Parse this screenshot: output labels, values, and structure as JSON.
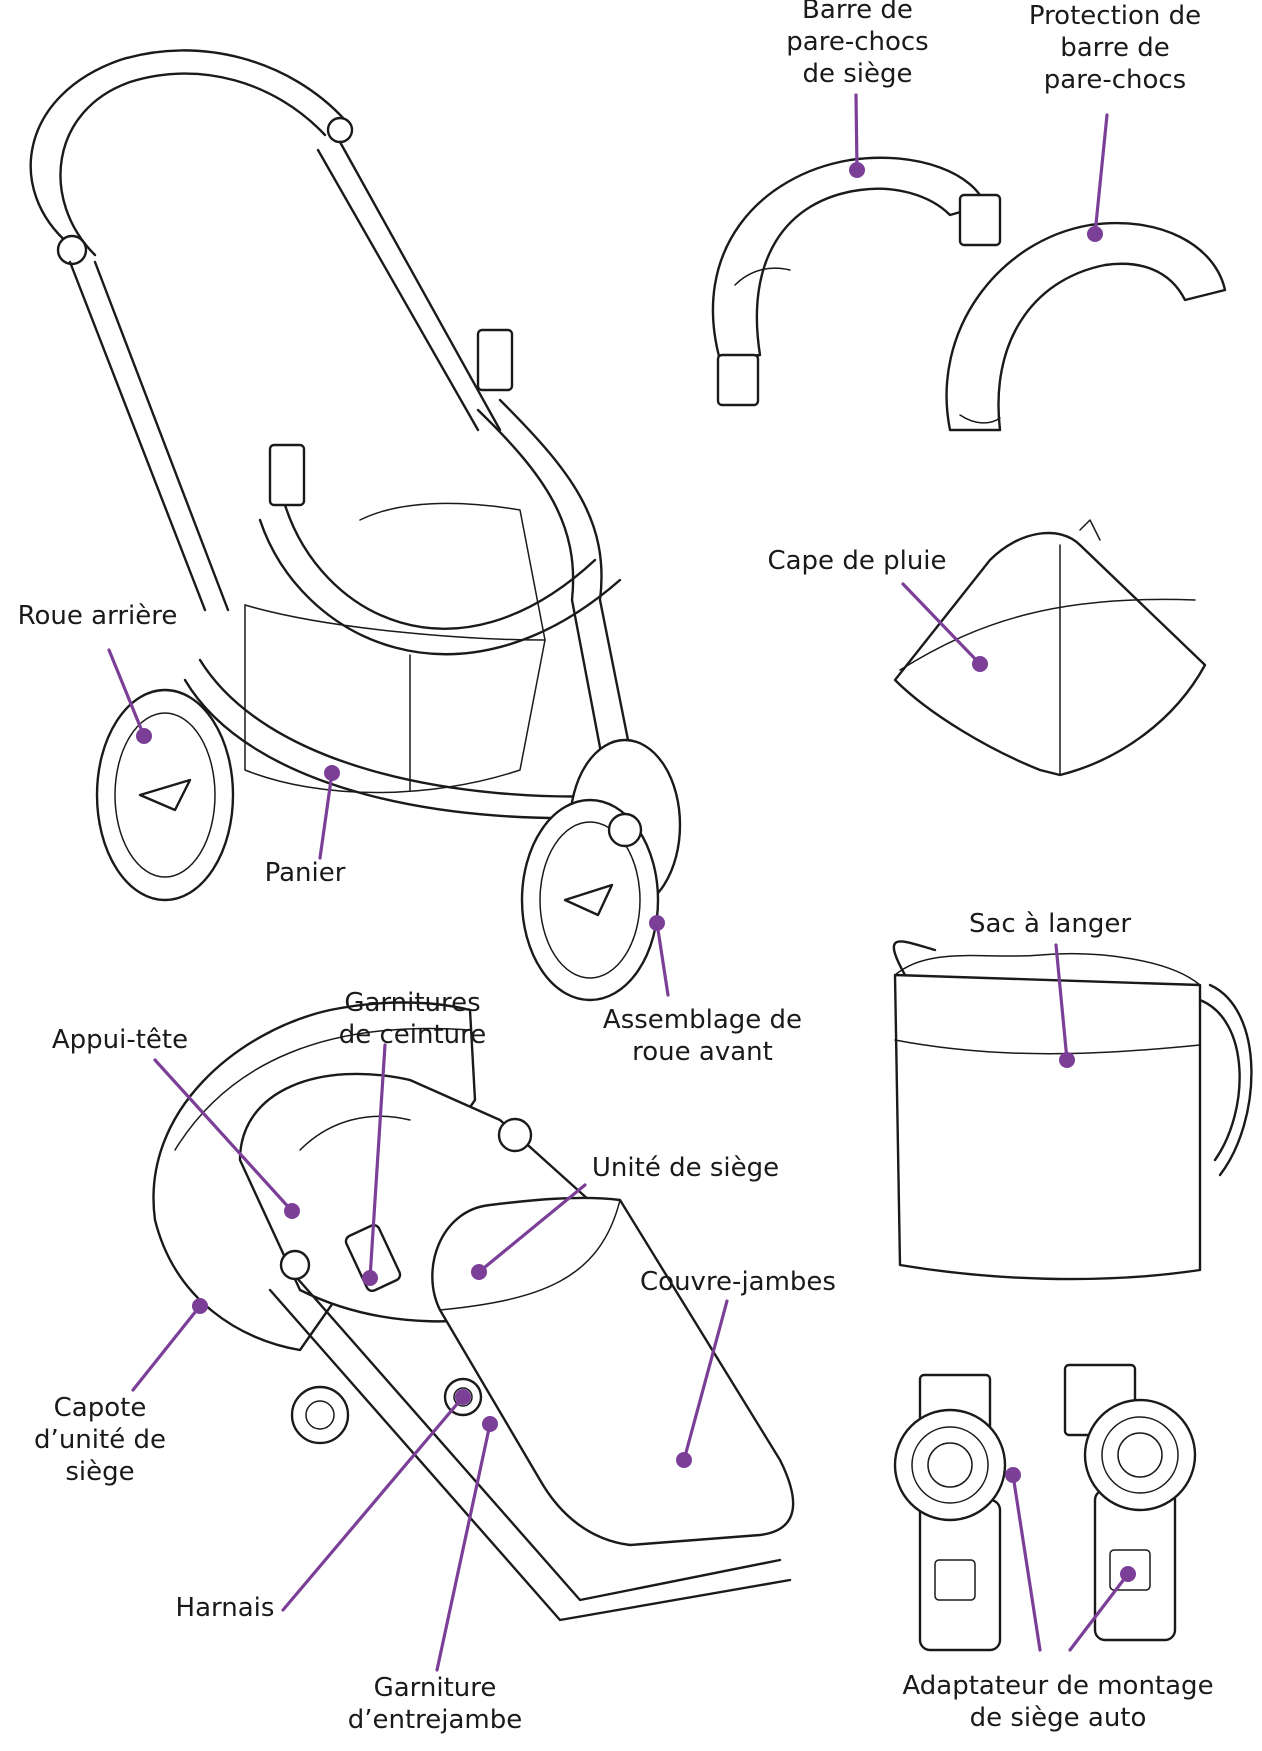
{
  "accent_color": "#7b3f98",
  "labels": {
    "bumper_bar": [
      "Barre de",
      "pare-chocs",
      "de siège"
    ],
    "bumper_cover": [
      "Protection de",
      "barre de",
      "pare-chocs"
    ],
    "rain_cover": [
      "Cape de pluie"
    ],
    "rear_wheel": [
      "Roue arrière"
    ],
    "basket": [
      "Panier"
    ],
    "changing_bag": [
      "Sac à langer"
    ],
    "front_wheel": [
      "Assemblage de",
      "roue avant"
    ],
    "belt_pads": [
      "Garnitures",
      "de ceinture"
    ],
    "headrest": [
      "Appui-tête"
    ],
    "seat_unit": [
      "Unité de siège"
    ],
    "footmuff": [
      "Couvre-jambes"
    ],
    "seat_hood": [
      "Capote",
      "d’unité de",
      "siège"
    ],
    "harness": [
      "Harnais"
    ],
    "crotch_pad": [
      "Garniture",
      "d’entrejambe"
    ],
    "car_seat_adapter": [
      "Adaptateur de montage",
      "de siège auto"
    ]
  }
}
